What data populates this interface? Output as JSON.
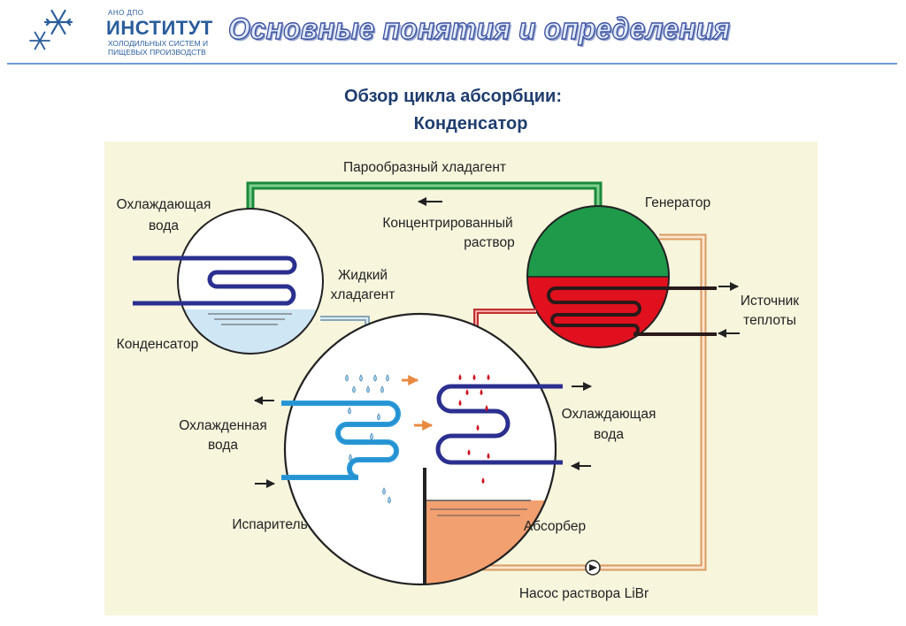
{
  "logo": {
    "small": "АНО ДПО",
    "big": "ИНСТИТУТ",
    "line1": "ХОЛОДИЛЬНЫХ СИСТЕМ И",
    "line2": "ПИЩЕВЫХ ПРОИЗВОДСТВ",
    "icon": "snowflake-icon"
  },
  "header": {
    "title": "Основные понятия и определения"
  },
  "slide": {
    "subtitle1": "Обзор цикла абсорбции:",
    "subtitle2": "Конденсатор"
  },
  "diagram": {
    "labels": {
      "vapor": "Парообразный хладагент",
      "cooling_water_top_1": "Охлаждающая",
      "cooling_water_top_2": "вода",
      "generator": "Генератор",
      "concentrated_1": "Концентрированный",
      "concentrated_2": "раствор",
      "liquid_1": "Жидкий",
      "liquid_2": "хладагент",
      "heat_1": "Источник",
      "heat_2": "теплоты",
      "condenser": "Конденсатор",
      "chilled_1": "Охлажденная",
      "chilled_2": "вода",
      "cooling_water_right_1": "Охлаждающая",
      "cooling_water_right_2": "вода",
      "evaporator": "Испаритель",
      "absorber": "Абсорбер",
      "pump": "Насос раствора LiBr"
    },
    "colors": {
      "vapor_pipe": "#1a8a3a",
      "generator_top": "#1e9a4a",
      "generator_solution": "#e0101e",
      "coil": "#2b2f8f",
      "chilled_coil": "#2a9ad8",
      "water": "#cfe6f5",
      "absorber_solution": "#f2a070",
      "solution_pipe": "#e8b080",
      "panel": "#f7f5dc"
    }
  }
}
